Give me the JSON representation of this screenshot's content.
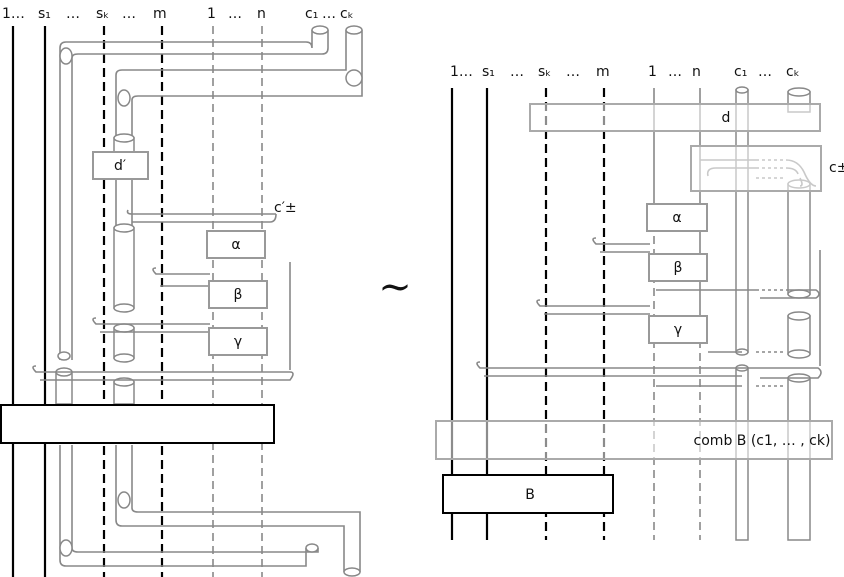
{
  "left": {
    "top_labels": [
      "1…",
      "s₁",
      "…",
      "sₖ",
      "…",
      "m",
      "1",
      "…",
      "n",
      "c₁",
      "…",
      "cₖ"
    ],
    "box_d_prime": "d′",
    "label_c_pm_prime": "c′±",
    "box_alpha": "α",
    "box_beta": "β",
    "box_gamma": "γ"
  },
  "relation": "~",
  "right": {
    "top_labels": [
      "1…",
      "s₁",
      "…",
      "sₖ",
      "…",
      "m",
      "1",
      "…",
      "n",
      "c₁",
      "…",
      "cₖ"
    ],
    "box_d": "d",
    "label_c_pm": "c±",
    "box_alpha": "α",
    "box_beta": "β",
    "box_gamma": "γ",
    "comb_label": "comb B (c1, … , ck)",
    "box_B": "B"
  }
}
